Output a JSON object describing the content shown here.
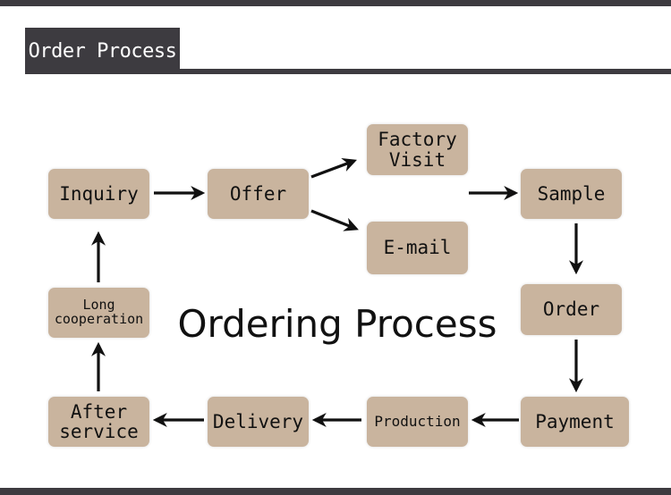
{
  "header": {
    "title": "Order Process"
  },
  "diagram": {
    "center_title": "Ordering Process",
    "nodes": {
      "inquiry": "Inquiry",
      "offer": "Offer",
      "factory_visit": "Factory\nVisit",
      "email": "E-mail",
      "sample": "Sample",
      "order": "Order",
      "payment": "Payment",
      "production": "Production",
      "delivery": "Delivery",
      "after_service": "After\nservice",
      "long_cooperation": "Long\ncooperation"
    }
  },
  "colors": {
    "node_fill": "#c9b49e",
    "bar": "#3d3b40",
    "text": "#111111"
  }
}
